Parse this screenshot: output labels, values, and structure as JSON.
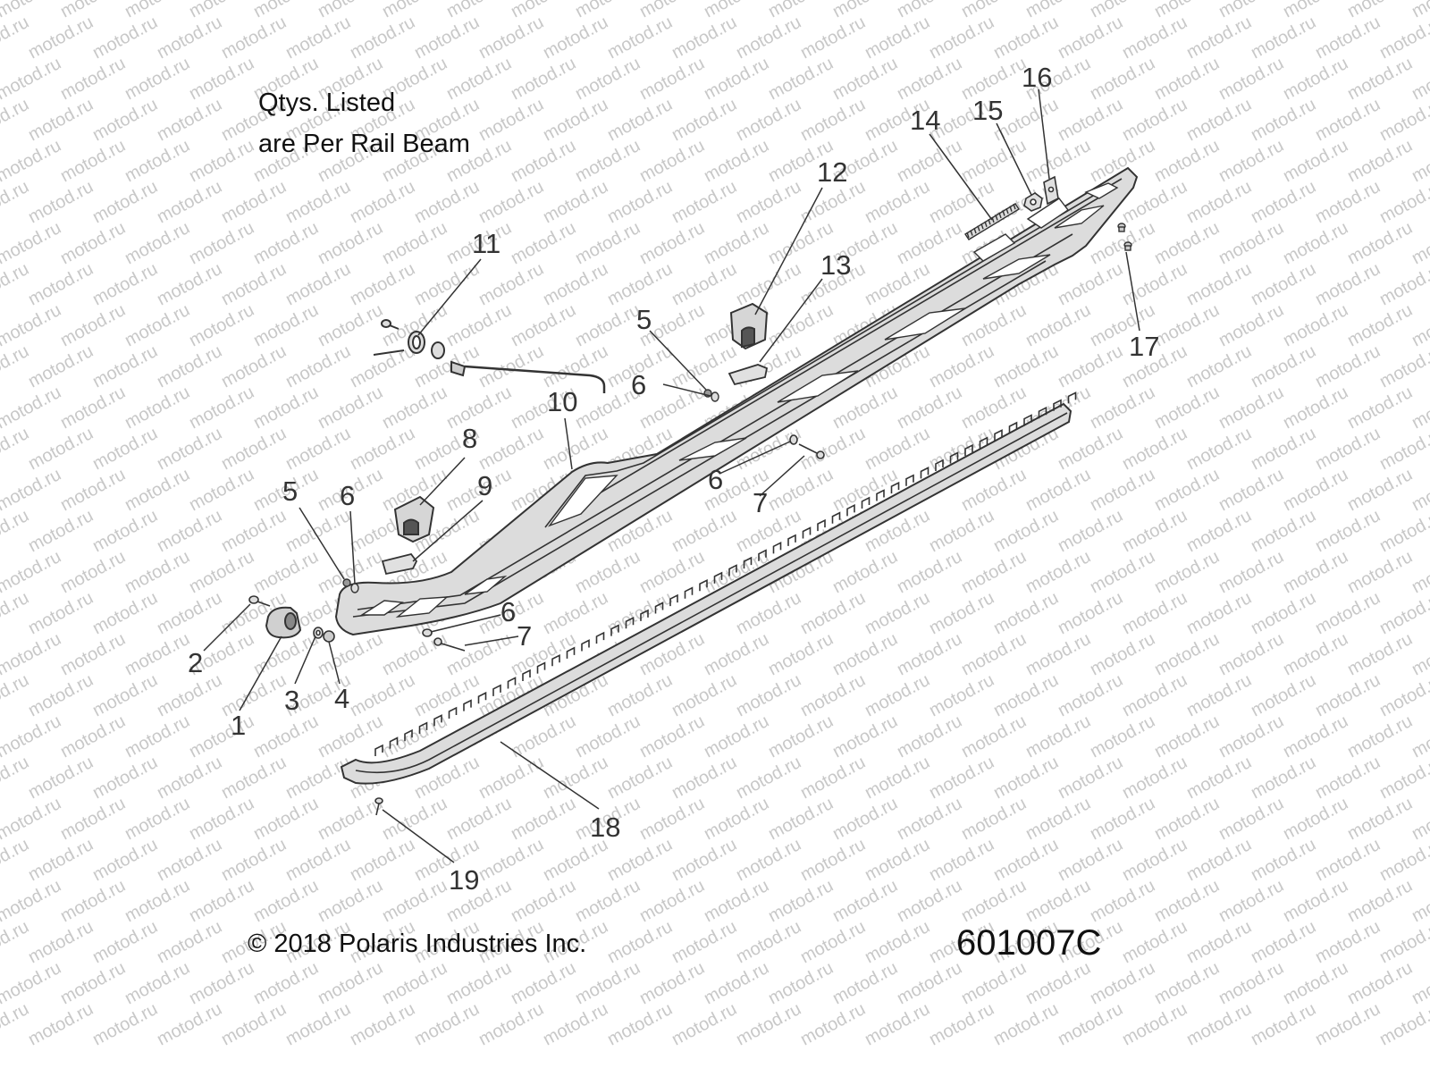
{
  "note": {
    "line1": "Qtys. Listed",
    "line2": "are Per Rail Beam"
  },
  "footer": {
    "copyright": "© 2018 Polaris Industries Inc.",
    "drawing_number": "601007C"
  },
  "watermark": "motod.ru",
  "callouts": {
    "c1": "1",
    "c2": "2",
    "c3": "3",
    "c4": "4",
    "c5a": "5",
    "c5b": "5",
    "c6a": "6",
    "c6b": "6",
    "c6c": "6",
    "c6d": "6",
    "c7a": "7",
    "c7b": "7",
    "c8": "8",
    "c9": "9",
    "c10": "10",
    "c11": "11",
    "c12": "12",
    "c13": "13",
    "c14": "14",
    "c15": "15",
    "c16": "16",
    "c17": "17",
    "c18": "18",
    "c19": "19"
  },
  "colors": {
    "line": "#333333",
    "part_fill": "#dcdcdc",
    "watermark": "#c8c8c8"
  }
}
